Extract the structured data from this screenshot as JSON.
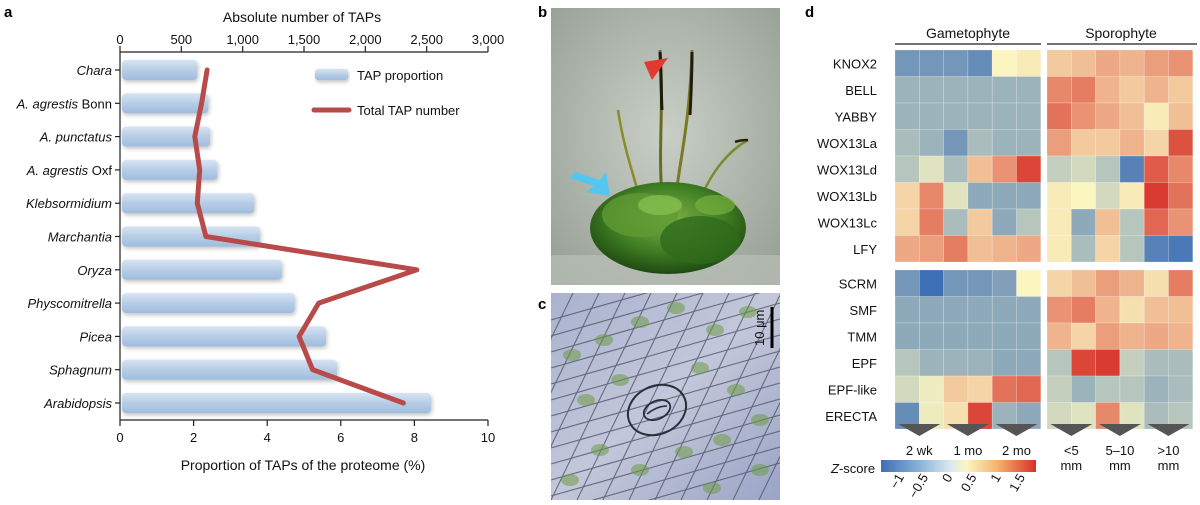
{
  "panels": {
    "a": "a",
    "b": "b",
    "c": "c",
    "d": "d"
  },
  "chart_data": [
    {
      "type": "bar",
      "panel": "a",
      "categories": [
        "Chara",
        "A. agrestis Bonn",
        "A. punctatus",
        "A. agrestis Oxf",
        "Klebsormidium",
        "Marchantia",
        "Oryza",
        "Physcomitrella",
        "Picea",
        "Sphagnum",
        "Arabidopsis"
      ],
      "category_parts": [
        {
          "italic": "Chara",
          "roman": ""
        },
        {
          "italic": "A. agrestis",
          "roman": " Bonn"
        },
        {
          "italic": "A. punctatus",
          "roman": ""
        },
        {
          "italic": "A. agrestis",
          "roman": " Oxf"
        },
        {
          "italic": "Klebsormidium",
          "roman": ""
        },
        {
          "italic": "Marchantia",
          "roman": ""
        },
        {
          "italic": "Oryza",
          "roman": ""
        },
        {
          "italic": "Physcomitrella",
          "roman": ""
        },
        {
          "italic": "Picea",
          "roman": ""
        },
        {
          "italic": "Sphagnum",
          "roman": ""
        },
        {
          "italic": "Arabidopsis",
          "roman": ""
        }
      ],
      "series": [
        {
          "name": "TAP proportion",
          "kind": "bar",
          "axis": "bottom",
          "values": [
            2.1,
            2.4,
            2.45,
            2.65,
            3.65,
            3.8,
            4.4,
            4.75,
            5.6,
            5.9,
            8.45
          ]
        },
        {
          "name": "Total TAP number",
          "kind": "line",
          "axis": "top",
          "values": [
            710,
            665,
            610,
            650,
            630,
            700,
            2420,
            1620,
            1460,
            1570,
            2310
          ]
        }
      ],
      "xlabel_bottom": "Proportion of TAPs of the proteome (%)",
      "xlabel_top": "Absolute number of TAPs",
      "xlim_bottom": [
        0,
        10
      ],
      "xticks_bottom": [
        "0",
        "2",
        "4",
        "6",
        "8",
        "10"
      ],
      "xlim_top": [
        0,
        3000
      ],
      "xticks_top": [
        "0",
        "500",
        "1,000",
        "1,500",
        "2,000",
        "2,500",
        "3,000"
      ],
      "legend": [
        "TAP proportion",
        "Total TAP number"
      ],
      "legend_position": "top-right",
      "colors": {
        "bar": "#b7cde6",
        "line": "#b94a4a"
      }
    },
    {
      "type": "heatmap",
      "panel": "d",
      "genes": [
        "KNOX2",
        "BELL",
        "YABBY",
        "WOX13La",
        "WOX13Ld",
        "WOX13Lb",
        "WOX13Lc",
        "LFY",
        "SCRM",
        "SMF",
        "TMM",
        "EPF",
        "EPF-like",
        "ERECTA"
      ],
      "group_labels": [
        "Gametophyte",
        "Sporophyte"
      ],
      "gametophyte_stages": [
        "2 wk",
        "1 mo",
        "2 mo"
      ],
      "sporophyte_stages": [
        "<5\nmm",
        "5–10\nmm",
        ">10\nmm"
      ],
      "sporophyte_stage_lines": [
        [
          "<5",
          "mm"
        ],
        [
          "5–10",
          "mm"
        ],
        [
          ">10",
          "mm"
        ]
      ],
      "gametophyte_values": [
        [
          -1.0,
          -1.0,
          -1.0,
          -1.1,
          0.0,
          0.1
        ],
        [
          -0.7,
          -0.7,
          -0.7,
          -0.7,
          -0.7,
          -0.7
        ],
        [
          -0.7,
          -0.7,
          -0.7,
          -0.7,
          -0.7,
          -0.7
        ],
        [
          -0.6,
          -0.7,
          -1.0,
          -0.6,
          -0.7,
          -0.7
        ],
        [
          -0.5,
          -0.2,
          -0.6,
          0.5,
          0.9,
          1.6
        ],
        [
          0.3,
          1.0,
          -0.2,
          -0.8,
          -0.8,
          -0.8
        ],
        [
          0.3,
          1.1,
          -0.6,
          0.4,
          -0.8,
          -0.5
        ],
        [
          0.7,
          0.8,
          1.1,
          0.5,
          0.6,
          0.7
        ],
        [
          -1.0,
          -1.4,
          -1.0,
          -1.0,
          -0.9,
          0.0
        ],
        [
          -0.8,
          -0.8,
          -0.8,
          -0.8,
          -0.8,
          -0.8
        ],
        [
          -0.8,
          -0.8,
          -0.8,
          -0.8,
          -0.8,
          -0.8
        ],
        [
          -0.5,
          -0.7,
          -0.7,
          -0.7,
          -0.8,
          -0.8
        ],
        [
          -0.3,
          -0.1,
          0.4,
          0.3,
          1.2,
          1.3
        ],
        [
          -1.1,
          -0.1,
          0.2,
          1.6,
          -0.7,
          -0.8
        ]
      ],
      "sporophyte_values": [
        [
          0.4,
          0.5,
          0.7,
          0.6,
          0.8,
          0.9
        ],
        [
          1.0,
          1.1,
          0.6,
          0.4,
          0.6,
          0.4
        ],
        [
          1.2,
          0.9,
          0.7,
          0.5,
          0.1,
          0.5
        ],
        [
          0.8,
          0.4,
          0.4,
          0.6,
          0.3,
          1.5
        ],
        [
          -0.4,
          -0.3,
          -0.5,
          -1.2,
          1.4,
          1.0
        ],
        [
          0.1,
          0.0,
          -0.3,
          0.1,
          1.7,
          1.2
        ],
        [
          0.1,
          -0.8,
          0.5,
          -0.5,
          1.3,
          0.9
        ],
        [
          0.1,
          -0.6,
          0.3,
          -0.5,
          -1.2,
          -1.3
        ],
        [
          0.3,
          0.5,
          0.8,
          0.6,
          0.2,
          1.1
        ],
        [
          0.9,
          1.1,
          0.6,
          0.2,
          0.5,
          0.5
        ],
        [
          0.6,
          0.3,
          0.8,
          0.6,
          0.7,
          0.6
        ],
        [
          -0.5,
          1.6,
          1.7,
          -0.4,
          -0.6,
          -0.6
        ],
        [
          -0.4,
          -0.7,
          -0.5,
          -0.5,
          -0.7,
          -0.6
        ],
        [
          -0.3,
          -0.2,
          1.0,
          -0.2,
          -0.6,
          -0.5
        ]
      ],
      "colorbar_label_italic": "Z",
      "colorbar_label_rest": "-score",
      "colorbar_ticks": [
        "−1",
        "−0.5",
        "0",
        "0.5",
        "1",
        "1.5"
      ],
      "colorbar_tick_values": [
        -1,
        -0.5,
        0,
        0.5,
        1,
        1.5
      ],
      "zlim": [
        -1.4,
        1.8
      ],
      "colors": {
        "low": "#3d6fb6",
        "mid": "#fbf6c0",
        "high": "#d73027"
      }
    }
  ],
  "micrograph": {
    "scale_bar": "10 μm"
  }
}
